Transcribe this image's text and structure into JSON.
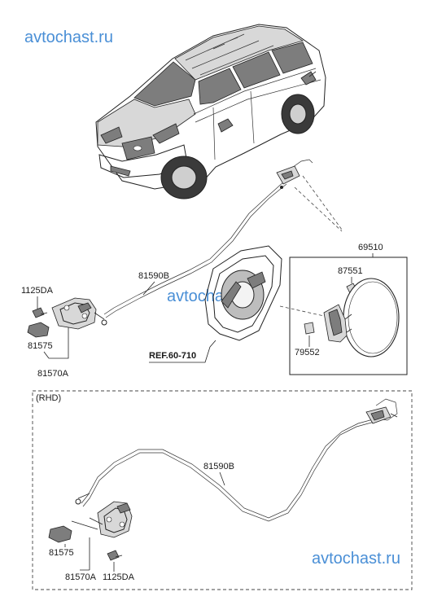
{
  "watermark": "avtochast.ru",
  "labels": {
    "cover_assy": "69510",
    "cover_clip": "87551",
    "bumper": "79552",
    "cable_lhd": "81590B",
    "bolt_lhd": "1125DA",
    "cap_lhd": "81575",
    "opener_lhd": "81570A",
    "reference": "REF.60-710",
    "rhd_note": "(RHD)",
    "cable_rhd": "81590B",
    "cap_rhd": "81575",
    "opener_rhd": "81570A",
    "bolt_rhd": "1125DA"
  }
}
